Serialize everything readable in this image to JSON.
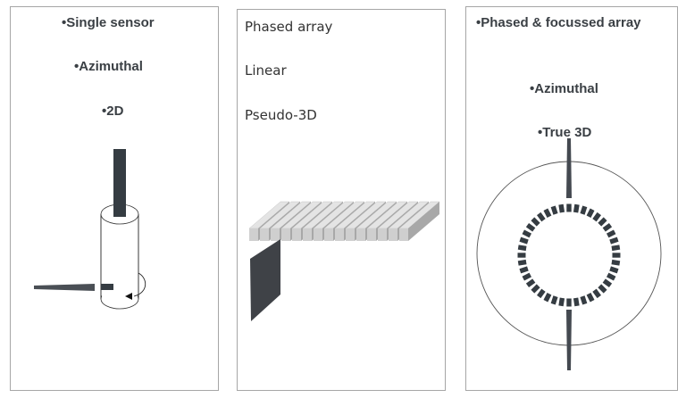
{
  "panels": [
    {
      "items": [
        "•Single sensor",
        "•Azimuthal",
        "•2D"
      ]
    },
    {
      "items": [
        "Phased array",
        "Linear",
        "Pseudo-3D"
      ]
    },
    {
      "items": [
        "•Phased & focussed array",
        "•Azimuthal",
        "•True 3D"
      ]
    }
  ],
  "colors": {
    "dark": "#353c42",
    "border": "#a6a6a6",
    "light_bar": "#d0d0d0"
  }
}
